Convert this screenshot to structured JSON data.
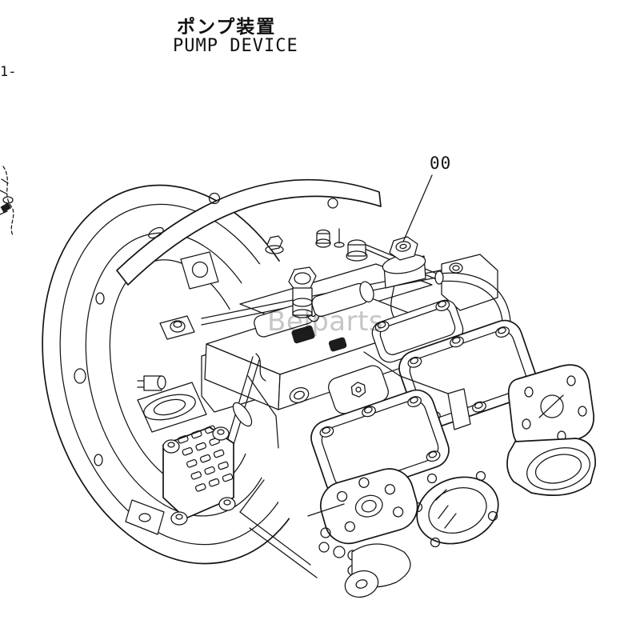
{
  "page": {
    "background": "#ffffff",
    "edge_label": "1-"
  },
  "header": {
    "title_ja": "ポンプ装置",
    "title_en": "PUMP DEVICE"
  },
  "drawing": {
    "subject": "isometric line drawing of hydraulic pump device assembly",
    "callouts": [
      {
        "label": "00",
        "points_to": "hex-plug-on-pump-top"
      }
    ],
    "watermark": "Belparts"
  },
  "colors": {
    "line": "#151515",
    "watermark_gray": "#c6c6c6",
    "background": "#ffffff"
  }
}
